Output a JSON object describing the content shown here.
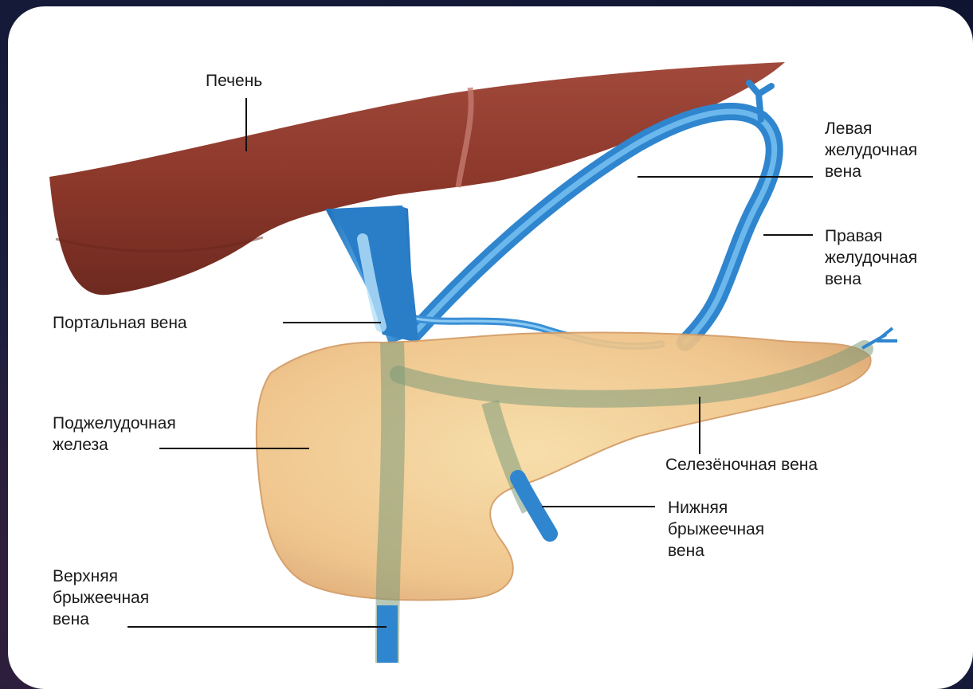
{
  "labels": {
    "liver": "Печень",
    "left_gastric": [
      "Левая",
      "желудочная",
      "вена"
    ],
    "right_gastric": [
      "Правая",
      "желудочная",
      "вена"
    ],
    "portal": "Портальная вена",
    "pancreas": [
      "Поджелудочная",
      "железа"
    ],
    "splenic": "Селезёночная вена",
    "inferior_mesenteric": [
      "Нижняя",
      "брыжеечная",
      "вена"
    ],
    "superior_mesenteric": [
      "Верхняя",
      "брыжеечная",
      "вена"
    ]
  },
  "colors": {
    "background": "#141a38",
    "liver": "#8e3a2e",
    "vein": "#3a8fd6",
    "pancreas": "#f0c98a"
  }
}
